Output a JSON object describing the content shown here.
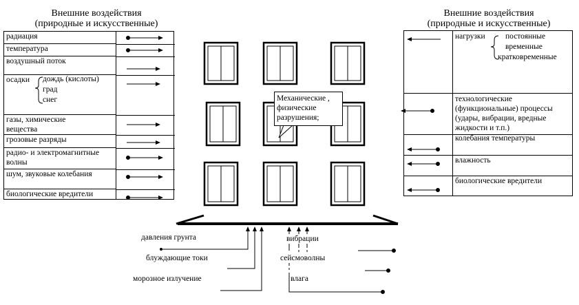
{
  "left_panel": {
    "title_line1": "Внешние воздействия",
    "title_line2": "(природные и искусственные)",
    "rows": [
      "радиация",
      "температура",
      "воздушный поток",
      "осадки",
      "газы, химические вещества",
      "грозовые разряды",
      "радио- и электромагнитные волны",
      "шум, звуковые колебания",
      "биологические вредители"
    ],
    "precipitation_items": [
      "дождь (кислоты)",
      "град",
      "снег"
    ]
  },
  "right_panel": {
    "title_line1": "Внешние воздействия",
    "title_line2": "(природные и искусственные)",
    "loads": {
      "label": "нагрузки",
      "items": [
        "постоянные",
        "временные",
        "кратковременные"
      ]
    },
    "rows": [
      "технологические (функциональные) процессы (удары, вибрации, вредные жидкости и т.п.)",
      "колебания температуры",
      "влажность",
      "биологические вредители"
    ]
  },
  "callout": {
    "text": "Механические , физические разрушения;"
  },
  "ground": {
    "left_labels": [
      "давления грунта",
      "блуждающие токи",
      "морозное излучение"
    ],
    "right_labels": [
      "вибрации",
      "сейсмоволны",
      "влага"
    ]
  }
}
